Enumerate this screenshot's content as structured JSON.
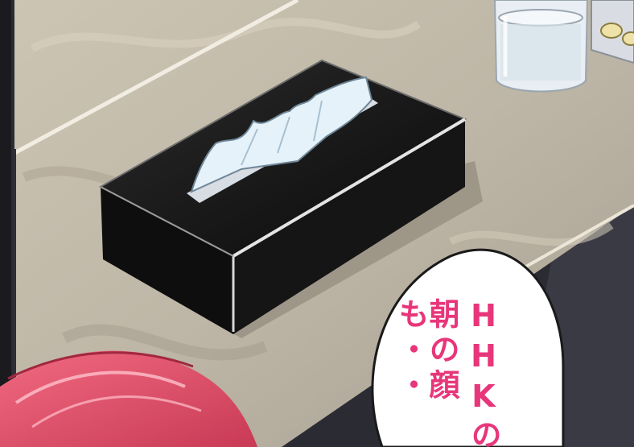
{
  "speech_bubble": {
    "lines": [
      "HHKの",
      "朝の顔も・・"
    ]
  },
  "colors": {
    "text_magenta": "#e8367a",
    "hair_pink": "#e8506a",
    "tissue_box": "#141414",
    "table_top": "#cfc7b6"
  },
  "icons": {
    "tissue_box": "tissue-box-illustration",
    "glass": "drinking-glass-illustration",
    "pill_pack": "pill-blister-pack-illustration",
    "hair": "pink-hair-illustration"
  }
}
